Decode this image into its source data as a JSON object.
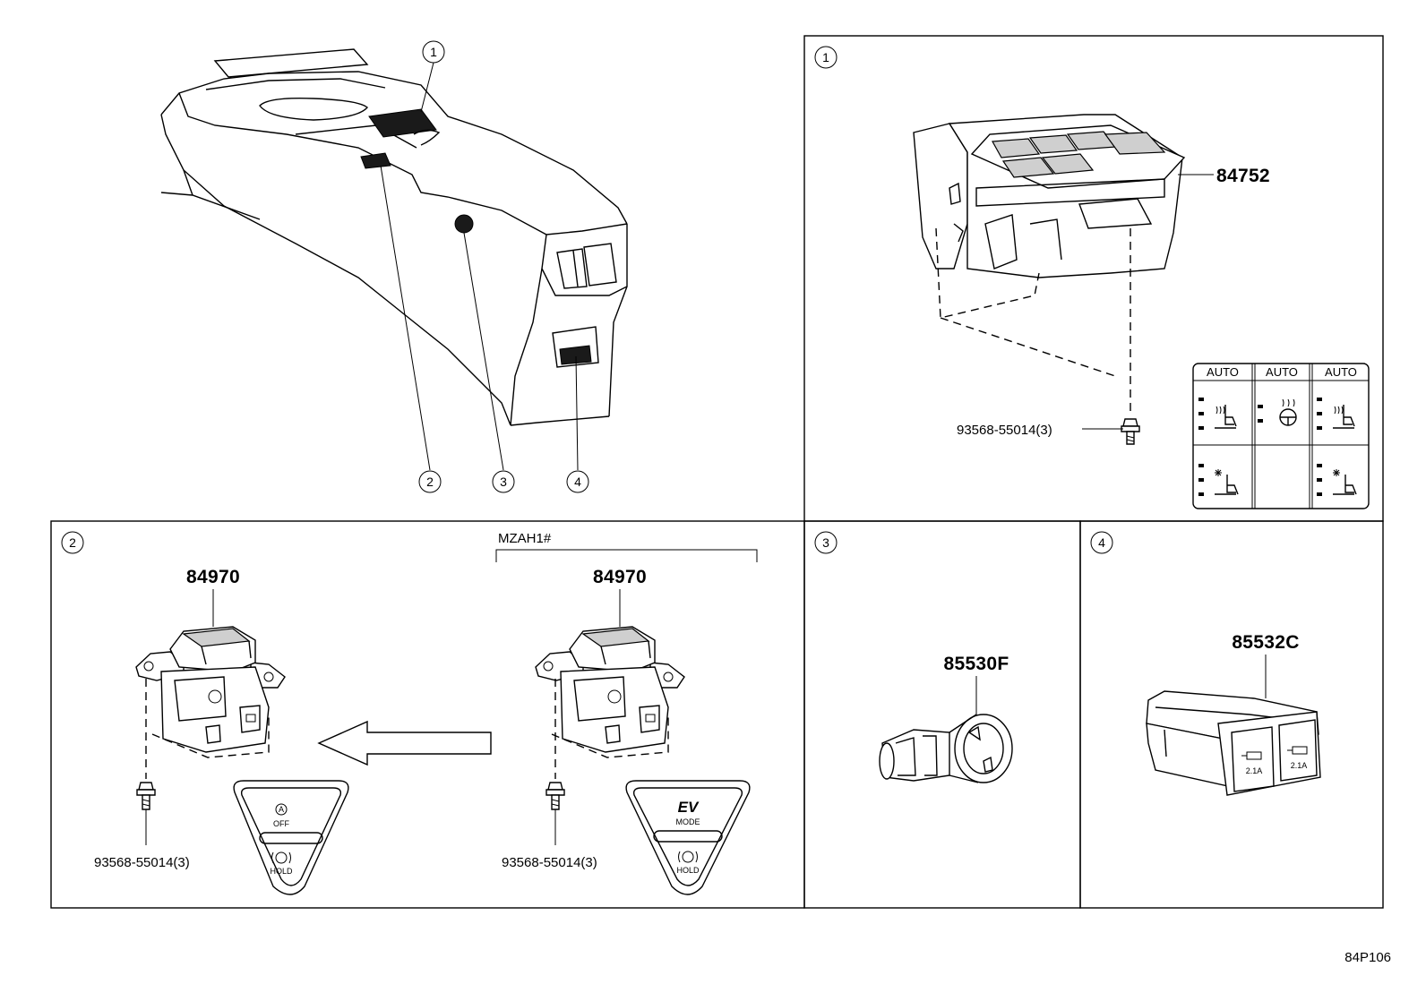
{
  "callouts": [
    "1",
    "2",
    "3",
    "4"
  ],
  "panels": {
    "p1": {
      "callout": "1",
      "part": "84752",
      "screw": "93568-55014(3)",
      "switch_labels": [
        "AUTO",
        "AUTO",
        "AUTO"
      ]
    },
    "p2": {
      "callout": "2",
      "variant": "MZAH1#",
      "left": {
        "part": "84970",
        "screw": "93568-55014(3)",
        "cap_top": "OFF",
        "cap_bottom": "HOLD"
      },
      "right": {
        "part": "84970",
        "screw": "93568-55014(3)",
        "cap_top": "EV",
        "cap_mid": "MODE",
        "cap_bottom": "HOLD"
      }
    },
    "p3": {
      "callout": "3",
      "part": "85530F"
    },
    "p4": {
      "callout": "4",
      "part": "85532C",
      "port_labels": [
        "2.1A",
        "2.1A"
      ]
    }
  },
  "figure_code": "84P106",
  "icons": [
    "seat-heater-icon",
    "seat-ventilation-icon",
    "steering-heater-icon",
    "auto-hold-icon",
    "usb-port-icon"
  ]
}
